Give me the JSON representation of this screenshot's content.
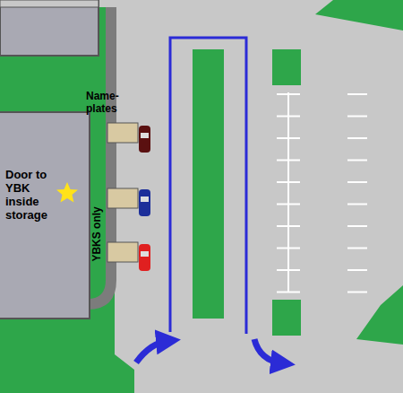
{
  "diagram": {
    "nodes": [
      {
        "text": [
          "Door to YBK inside storage"
        ]
      }
    ],
    "labels": [
      "Name-plates",
      "YBKS only"
    ]
  }
}
